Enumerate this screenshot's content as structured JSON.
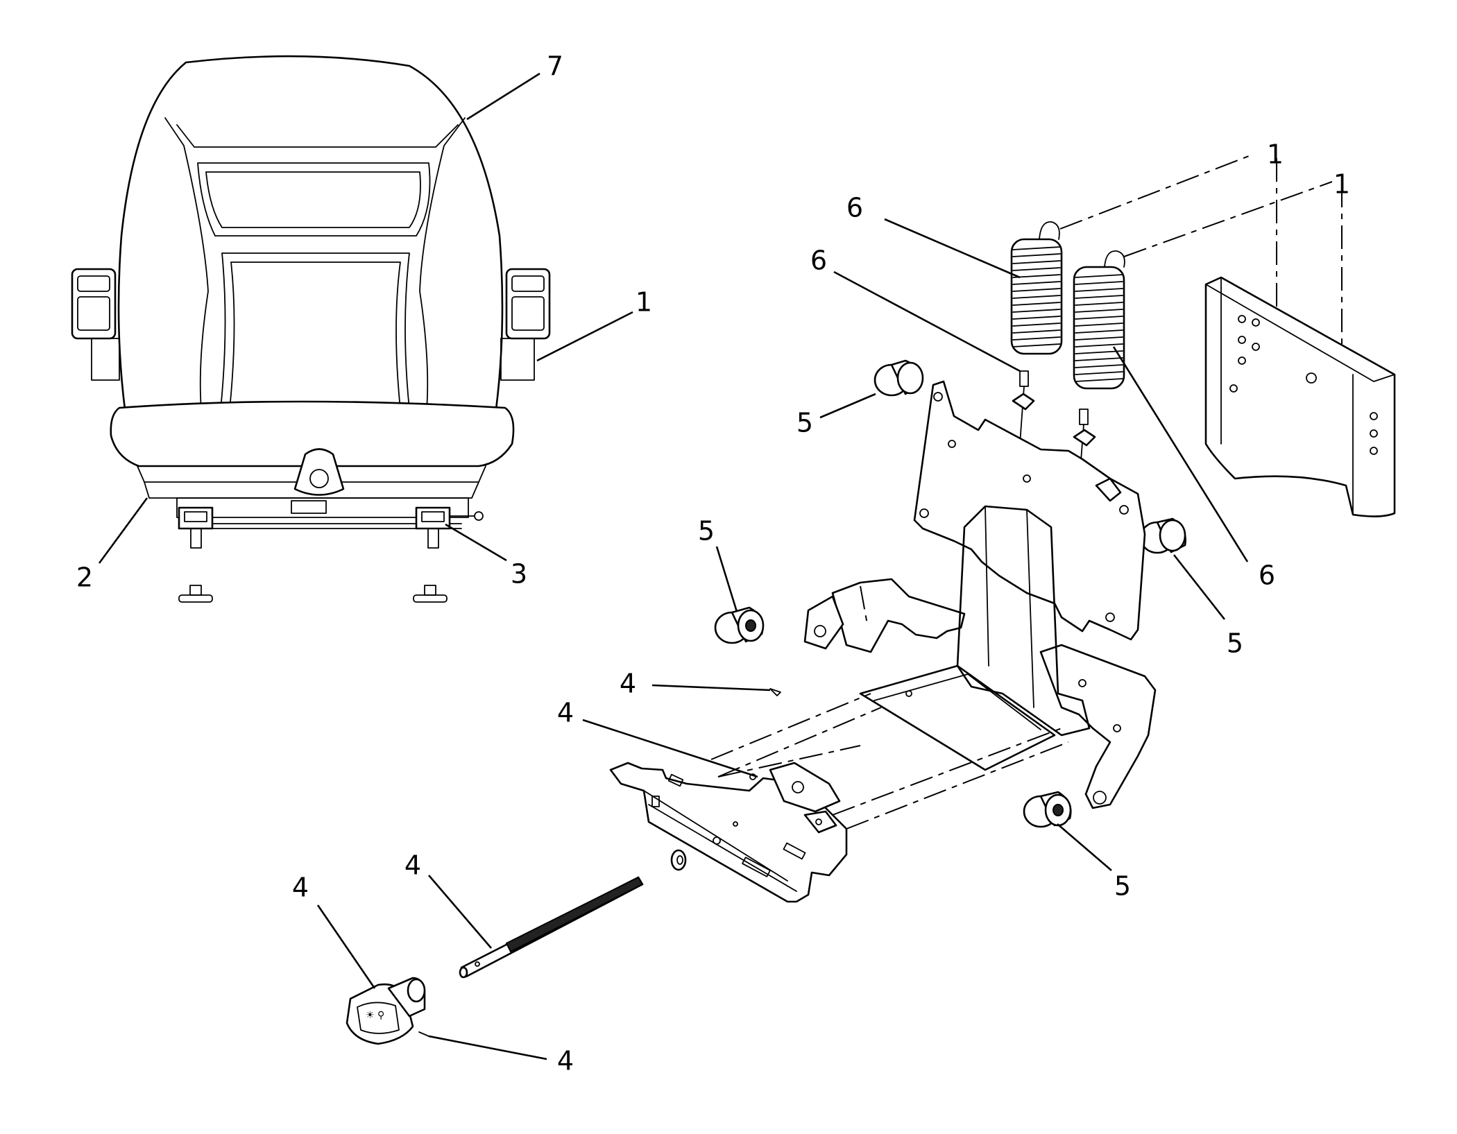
{
  "callouts": [
    {
      "id": "c7",
      "label": "7"
    },
    {
      "id": "c1a",
      "label": "1"
    },
    {
      "id": "c2",
      "label": "2"
    },
    {
      "id": "c3",
      "label": "3"
    },
    {
      "id": "c6a",
      "label": "6"
    },
    {
      "id": "c6b",
      "label": "6"
    },
    {
      "id": "c6c",
      "label": "6"
    },
    {
      "id": "c1b",
      "label": "1"
    },
    {
      "id": "c1c",
      "label": "1"
    },
    {
      "id": "c5a",
      "label": "5"
    },
    {
      "id": "c5b",
      "label": "5"
    },
    {
      "id": "c5c",
      "label": "5"
    },
    {
      "id": "c5d",
      "label": "5"
    },
    {
      "id": "c4a",
      "label": "4"
    },
    {
      "id": "c4b",
      "label": "4"
    },
    {
      "id": "c4c",
      "label": "4"
    },
    {
      "id": "c4d",
      "label": "4"
    },
    {
      "id": "c4e",
      "label": "4"
    }
  ],
  "parts": {
    "seat_assembly": "seat-assembly",
    "armrest": "armrest",
    "seat_base": "seat-base",
    "slide_rail": "slide-rail",
    "spring": "tension-spring",
    "rubber_bumper": "rubber-bumper",
    "suspension_frame": "suspension-frame",
    "adjusting_rod": "adjusting-rod",
    "adjustment_knob": "adjustment-knob",
    "cotter_pin": "cotter-pin",
    "mount_bracket": "mount-bracket"
  }
}
